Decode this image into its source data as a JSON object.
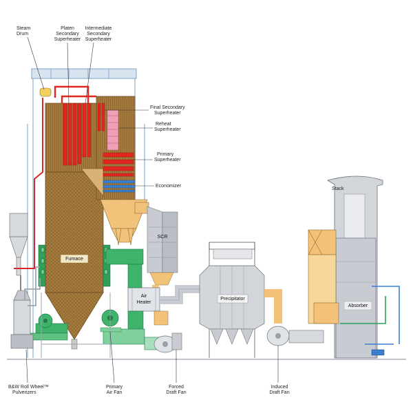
{
  "labels": {
    "steam_drum": [
      "Steam",
      "Drum"
    ],
    "platen_sh": [
      "Platen",
      "Secondary",
      "Superheater"
    ],
    "intermediate_sh": [
      "Intermediate",
      "Secondary",
      "Superheater"
    ],
    "final_sh": [
      "Final Secondary",
      "Superheater"
    ],
    "reheat_sh": [
      "Reheat",
      "Superheater"
    ],
    "primary_sh": [
      "Primary",
      "Superheater"
    ],
    "economizer": [
      "Economizer"
    ],
    "furnace": "Furnace",
    "scr": "SCR",
    "air_heater": [
      "Air",
      "Heater"
    ],
    "precipitator": "Precipitator",
    "stack": "Stack",
    "absorber": "Absorber",
    "pulverizers": [
      "B&W Roll Wheel™",
      "Pulverizers"
    ],
    "primary_air_fan": [
      "Primary",
      "Air Fan"
    ],
    "forced_draft_fan": [
      "Forced",
      "Draft Fan"
    ],
    "induced_draft_fan": [
      "Induced",
      "Draft Fan"
    ]
  },
  "colors": {
    "water_wall": "#a67c3e",
    "superheater": "#e32620",
    "reheater": "#f0a0b4",
    "economizer": "#3a7fd0",
    "hopper": "#f1c27a",
    "steel": "#9eb2c8",
    "equipment_gray": "#c8ccd2",
    "air_duct": "#3fb26b",
    "flue_duct": "#f3c278"
  }
}
